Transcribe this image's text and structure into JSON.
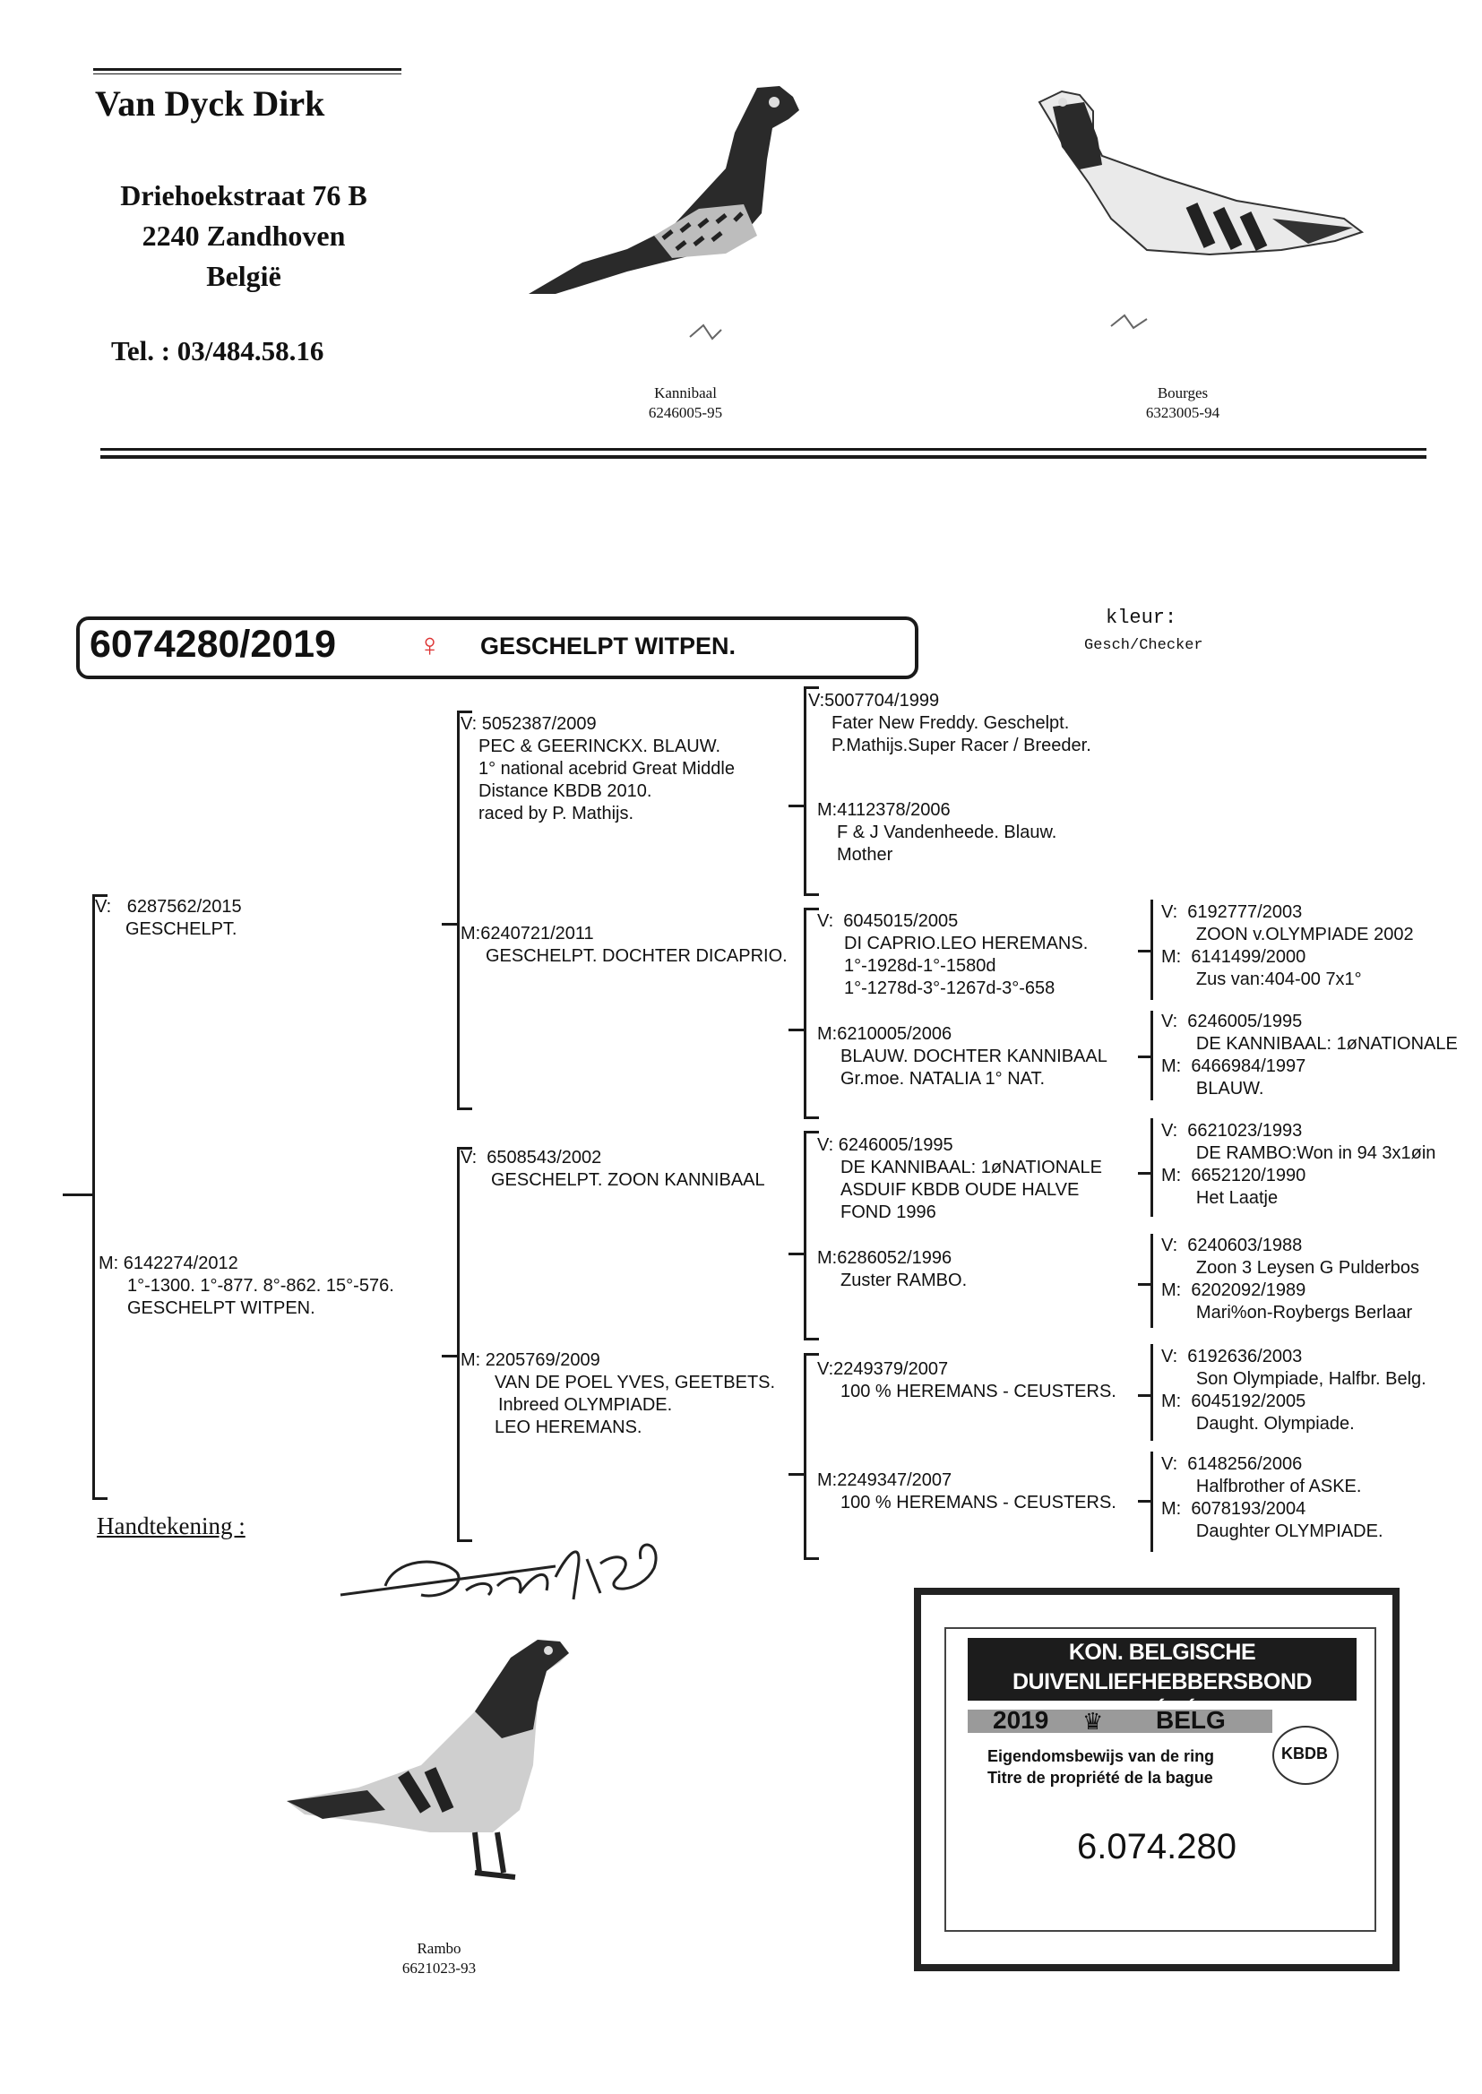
{
  "header": {
    "name": "Van Dyck Dirk",
    "address_line1": "Driehoekstraat 76 B",
    "address_line2": "2240 Zandhoven",
    "country": "België",
    "phone": "Tel. : 03/484.58.16"
  },
  "photos": [
    {
      "name": "Kannibaal",
      "ring": "6246005-95"
    },
    {
      "name": "Bourges",
      "ring": "6323005-94"
    },
    {
      "name": "Rambo",
      "ring": "6621023-93"
    }
  ],
  "subject": {
    "ring": "6074280/2019",
    "sex_mark": "♀",
    "description": "GESCHELPT WITPEN.",
    "kleur_label": "kleur:",
    "kleur_value": "Gesch/Checker"
  },
  "gen1": {
    "father": {
      "prefix": "V:",
      "ring": "6287562/2015",
      "lines": [
        "GESCHELPT."
      ]
    },
    "mother": {
      "prefix": "M:",
      "ring": "6142274/2012",
      "lines": [
        "1°-1300. 1°-877. 8°-862. 15°-576.",
        "GESCHELPT WITPEN."
      ]
    }
  },
  "gen2": [
    {
      "prefix": "V:",
      "ring": "5052387/2009",
      "lines": [
        "PEC & GEERINCKX. BLAUW.",
        "1° national acebrid Great Middle",
        "Distance KBDB 2010.",
        "raced by P. Mathijs."
      ]
    },
    {
      "prefix": "M:",
      "ring": "6240721/2011",
      "lines": [
        "GESCHELPT. DOCHTER DICAPRIO."
      ]
    },
    {
      "prefix": "V:",
      "ring": "6508543/2002",
      "lines": [
        "GESCHELPT. ZOON KANNIBAAL"
      ]
    },
    {
      "prefix": "M:",
      "ring": "2205769/2009",
      "lines": [
        "VAN DE POEL YVES, GEETBETS.",
        "Inbreed OLYMPIADE.",
        "LEO HEREMANS."
      ]
    }
  ],
  "gen3": [
    {
      "prefix": "V:",
      "ring": "5007704/1999",
      "lines": [
        "Fater New Freddy. Geschelpt.",
        "P.Mathijs.Super Racer / Breeder."
      ]
    },
    {
      "prefix": "M:",
      "ring": "4112378/2006",
      "lines": [
        "F & J Vandenheede. Blauw.",
        "Mother"
      ]
    },
    {
      "prefix": "V:",
      "ring": "6045015/2005",
      "lines": [
        "DI CAPRIO.LEO HEREMANS.",
        "1°-1928d-1°-1580d",
        "1°-1278d-3°-1267d-3°-658"
      ]
    },
    {
      "prefix": "M:",
      "ring": "6210005/2006",
      "lines": [
        "BLAUW. DOCHTER KANNIBAAL",
        "Gr.moe. NATALIA 1° NAT."
      ]
    },
    {
      "prefix": "V:",
      "ring": "6246005/1995",
      "lines": [
        "DE KANNIBAAL: 1øNATIONALE",
        "ASDUIF KBDB OUDE HALVE",
        "FOND 1996"
      ]
    },
    {
      "prefix": "M:",
      "ring": "6286052/1996",
      "lines": [
        "Zuster RAMBO."
      ]
    },
    {
      "prefix": "V:",
      "ring": "2249379/2007",
      "lines": [
        "100 % HEREMANS - CEUSTERS."
      ]
    },
    {
      "prefix": "M:",
      "ring": "2249347/2007",
      "lines": [
        "100 % HEREMANS - CEUSTERS."
      ]
    }
  ],
  "gen4": [
    {
      "v_ring": "6192777/2003",
      "v_lines": [
        "ZOON v.OLYMPIADE 2002"
      ],
      "m_ring": "6141499/2000",
      "m_lines": [
        "Zus van:404-00 7x1°"
      ]
    },
    {
      "v_ring": "6246005/1995",
      "v_lines": [
        "DE KANNIBAAL: 1øNATIONALE"
      ],
      "m_ring": "6466984/1997",
      "m_lines": [
        "BLAUW."
      ]
    },
    {
      "v_ring": "6621023/1993",
      "v_lines": [
        "DE RAMBO:Won in 94 3x1øin"
      ],
      "m_ring": "6652120/1990",
      "m_lines": [
        "Het Laatje"
      ]
    },
    {
      "v_ring": "6240603/1988",
      "v_lines": [
        "Zoon 3 Leysen G Pulderbos"
      ],
      "m_ring": "6202092/1989",
      "m_lines": [
        "Mari%on-Roybergs Berlaar"
      ]
    },
    {
      "v_ring": "6192636/2003",
      "v_lines": [
        "Son Olympiade, Halfbr. Belg."
      ],
      "m_ring": "6045192/2005",
      "m_lines": [
        "Daught. Olympiade."
      ]
    },
    {
      "v_ring": "6148256/2006",
      "v_lines": [
        "Halfbrother of ASKE."
      ],
      "m_ring": "6078193/2004",
      "m_lines": [
        "Daughter OLYMPIADE."
      ]
    }
  ],
  "signature_label": "Handtekening :",
  "certificate": {
    "line1": "KON. BELGISCHE DUIVENLIEFHEBBERSBOND",
    "line2": "ROYALE FÉDÉRATION COLOMBOPHILE BELGE",
    "year": "2019",
    "country": "BELG",
    "nl": "Eigendomsbewijs van de ring",
    "fr": "Titre de propriété de la bague",
    "number": "6.074.280",
    "logo_text": "KBDB"
  }
}
